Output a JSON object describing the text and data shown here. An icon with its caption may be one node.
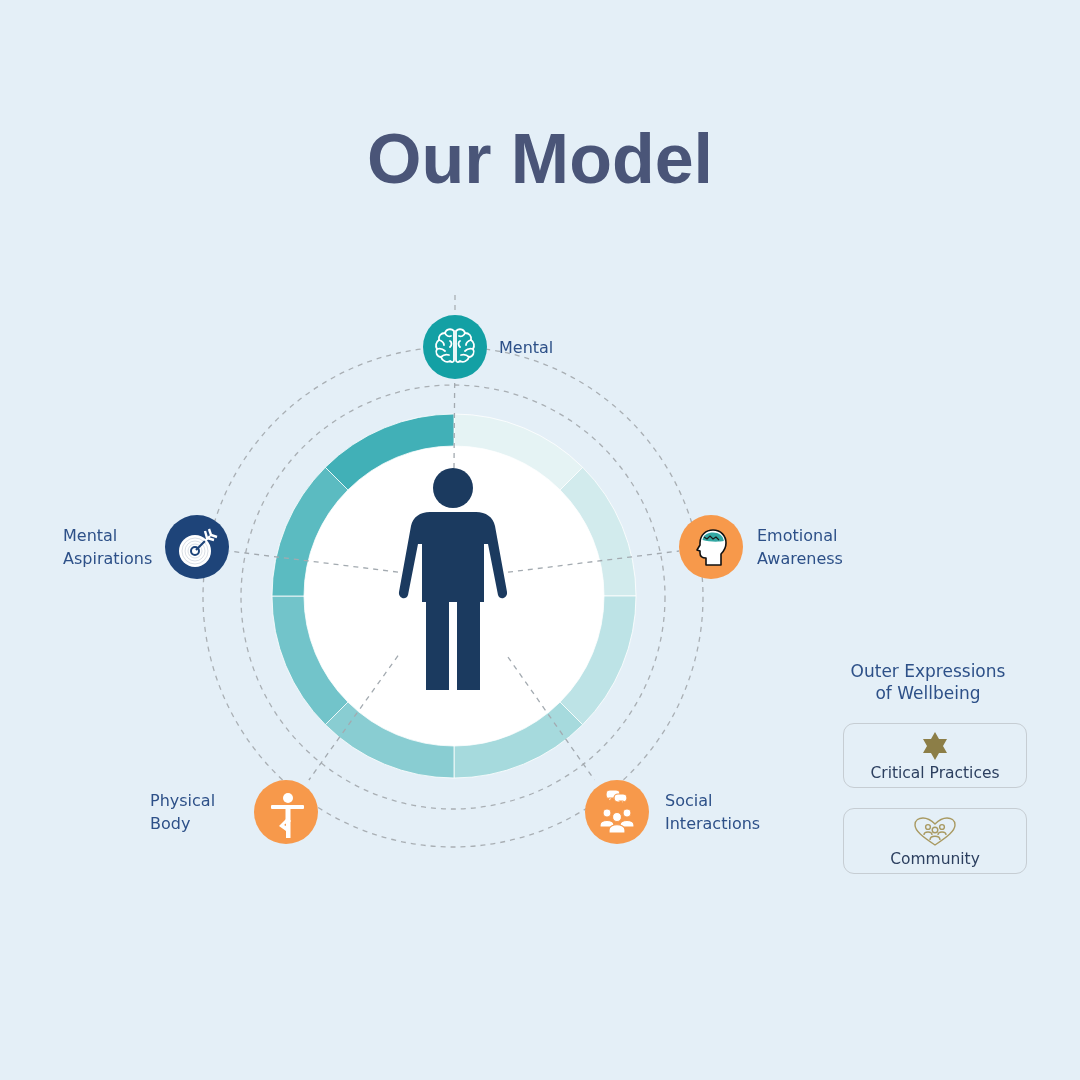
{
  "diagram": {
    "title": "Our Model",
    "nodes": [
      {
        "text": [
          "Mental"
        ]
      },
      {
        "text": [
          "Mental Aspirations"
        ]
      },
      {
        "text": [],
        "shape": "person"
      },
      {
        "text": [
          "Emotional Awareness"
        ]
      },
      {
        "text": [
          "Physical Body"
        ]
      },
      {
        "text": [
          "Social Interactions"
        ]
      },
      {
        "text": [
          "Critical Practices"
        ]
      },
      {
        "text": [
          "Community"
        ]
      }
    ],
    "edges": [
      {
        "from": 2,
        "to": 0,
        "arrow": "none",
        "style": "dashed"
      },
      {
        "from": 2,
        "to": 1,
        "arrow": "none",
        "style": "dashed"
      },
      {
        "from": 2,
        "to": 3,
        "arrow": "none",
        "style": "dashed"
      },
      {
        "from": 2,
        "to": 4,
        "arrow": "none",
        "style": "dashed"
      },
      {
        "from": 2,
        "to": 5,
        "arrow": "none",
        "style": "dashed"
      }
    ],
    "labels": [
      "Outer Expressions of Wellbeing"
    ]
  }
}
